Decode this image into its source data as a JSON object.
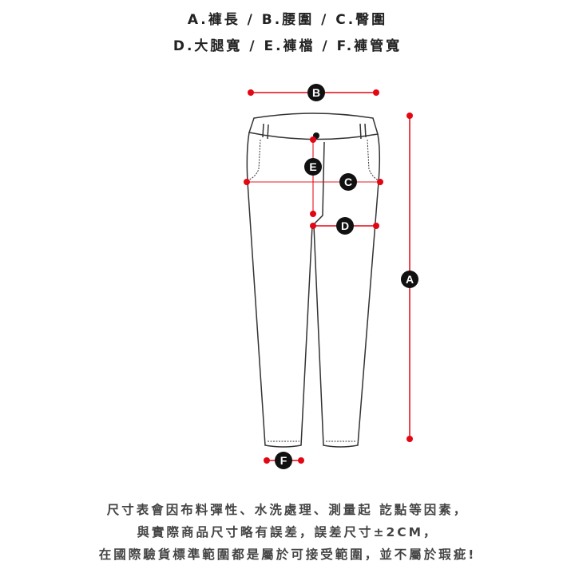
{
  "legend": {
    "line1": "A.褲長 / B.腰圍 / C.臀圍",
    "line2": "D.大腿寬 / E.褲檔 / F.褲管寬"
  },
  "markers": {
    "A": "A",
    "B": "B",
    "C": "C",
    "D": "D",
    "E": "E",
    "F": "F"
  },
  "colors": {
    "measure": "#e30613",
    "outline": "#333333"
  },
  "notes": {
    "line1": "尺寸表會因布料彈性、水洗處理、測量起 訖點等因素，",
    "line2": "與實際商品尺寸略有誤差，誤差尺寸±2CM，",
    "line3": "在國際驗貨標準範圍都是屬於可接受範圍，並不屬於瑕疵!"
  }
}
